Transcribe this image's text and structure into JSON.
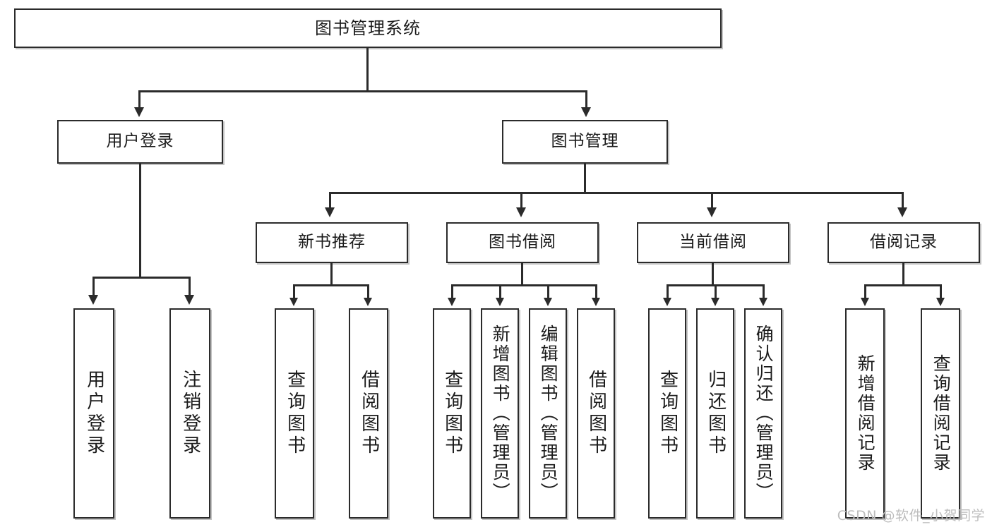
{
  "diagram": {
    "title": "图书管理系统",
    "type": "tree",
    "root": {
      "label": "图书管理系统"
    },
    "level2": [
      {
        "label": "用户登录"
      },
      {
        "label": "图书管理"
      }
    ],
    "level3": [
      {
        "label": "新书推荐"
      },
      {
        "label": "图书借阅"
      },
      {
        "label": "当前借阅"
      },
      {
        "label": "借阅记录"
      }
    ],
    "leaves": {
      "user_login": [
        {
          "label": "用户登录"
        },
        {
          "label": "注销登录"
        }
      ],
      "new_book_recommend": [
        {
          "label": "查询图书"
        },
        {
          "label": "借阅图书"
        }
      ],
      "book_borrow": [
        {
          "label": "查询图书"
        },
        {
          "label": "新增图书（管理员）"
        },
        {
          "label": "编辑图书（管理员）"
        },
        {
          "label": "借阅图书"
        }
      ],
      "current_borrow": [
        {
          "label": "查询图书"
        },
        {
          "label": "归还图书"
        },
        {
          "label": "确认归还（管理员）"
        }
      ],
      "borrow_record": [
        {
          "label": "新增借阅记录"
        },
        {
          "label": "查询借阅记录"
        }
      ]
    }
  },
  "watermark": {
    "text": "CSDN @软件_小贺同学"
  },
  "colors": {
    "line": "#2b2b2b",
    "box_border": "#2b2b2b",
    "background": "#ffffff",
    "text": "#1b1b1b",
    "watermark": "#bdbdbd"
  }
}
